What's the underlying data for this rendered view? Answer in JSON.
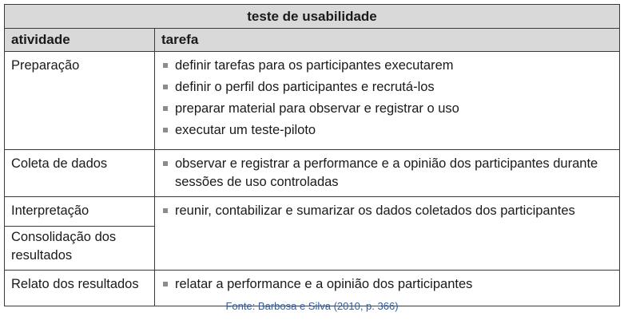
{
  "table": {
    "title": "teste de usabilidade",
    "headers": {
      "activity": "atividade",
      "task": "tarefa"
    },
    "rows": [
      {
        "activity": "Preparação",
        "tasks": [
          "definir tarefas para os participantes executarem",
          "definir o perfil dos participantes e recrutá-los",
          "preparar material para observar e registrar o uso",
          "executar um teste-piloto"
        ]
      },
      {
        "activity": "Coleta de dados",
        "tasks": [
          "observar e registrar a performance e a opinião dos participantes durante sessões de uso controladas"
        ]
      },
      {
        "activity": "Interpretação",
        "tasks": [
          "reunir, contabilizar e sumarizar os dados coletados dos participantes"
        ]
      },
      {
        "activity": "Consolidação dos resultados",
        "tasks": []
      },
      {
        "activity": "Relato dos resultados",
        "tasks": [
          "relatar a performance e a opinião dos participantes"
        ]
      }
    ]
  },
  "source": "Fonte: Barbosa e Silva (2010, p. 366)"
}
